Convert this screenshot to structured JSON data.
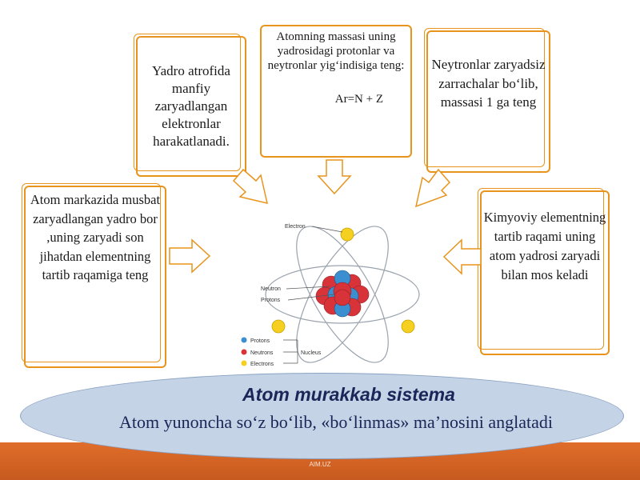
{
  "cards": {
    "electrons_text": "Yadro atrofida manfiy zaryadlangan elektronlar harakatlanadi.",
    "mass_text": "Atomning massasi uning yadrosidagi protonlar va neytronlar yig‘indisiga teng:",
    "mass_formula": "Ar=N + Z",
    "neutrons_text": "Neytronlar zaryadsiz zarrachalar bo‘lib, massasi 1 ga teng",
    "nucleus_text": "Atom markazida musbat zaryadlangan yadro bor ,uning zaryadi son jihatdan elementning tartib raqamiga teng",
    "element_text": "Kimyoviy elementning tartib raqami uning atom yadrosi zaryadi bilan mos keladi"
  },
  "diagram": {
    "electron_label": "Electron",
    "neutron_label": "Neutron",
    "protons_label": "Protons",
    "legend_protons": "Protons",
    "legend_neutrons": "Neutrons",
    "legend_electrons": "Electrons",
    "legend_nucleus": "Nucleus"
  },
  "banner": {
    "title": "Atom murakkab sistema",
    "subtitle": "Atom yunoncha so‘z bo‘lib, «bo‘linmas» ma’nosini anglatadi"
  },
  "footer": {
    "text": "AIM.UZ"
  },
  "colors": {
    "card_border": "#e8941c",
    "banner_fill": "#c5d3e6",
    "footer_bar": "#e06d2a",
    "electron": "#f5d020",
    "proton": "#d9333a",
    "neutron": "#3b8fd1"
  }
}
